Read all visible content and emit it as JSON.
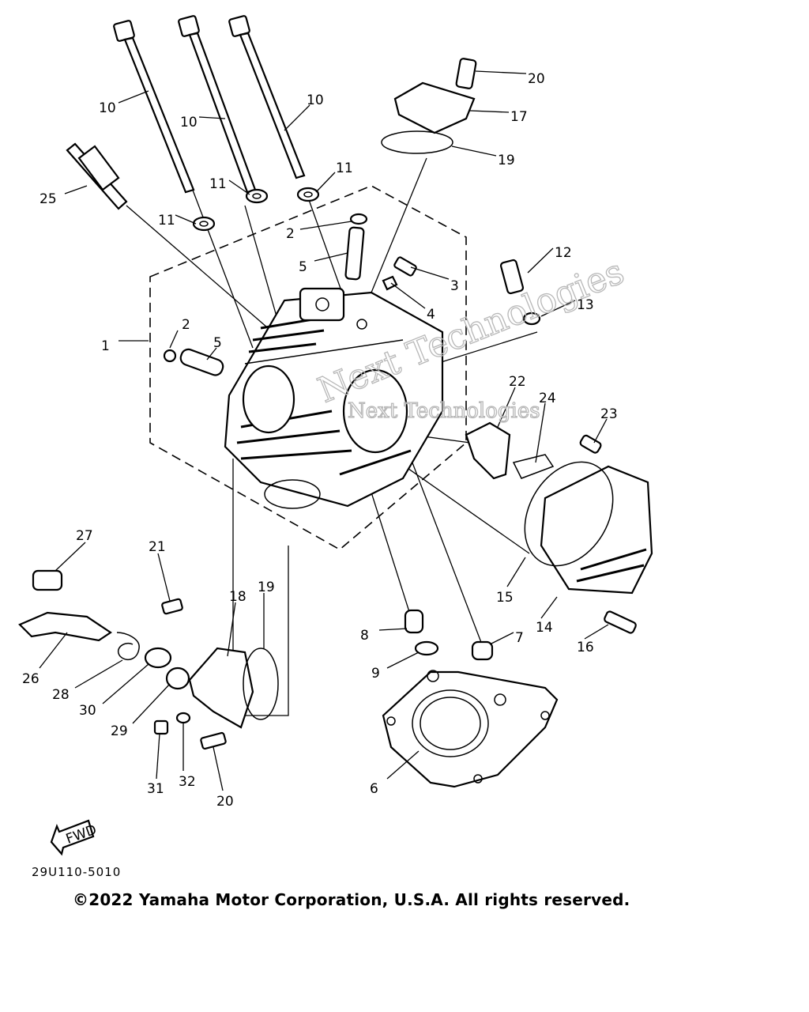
{
  "diagram": {
    "ref_code": "29U110-5010",
    "copyright": "©2022 Yamaha Motor Corporation, U.S.A. All rights reserved.",
    "watermark": "Next Technologies",
    "fwd_label": "FWD",
    "callouts": [
      {
        "id": "c1",
        "text": "1"
      },
      {
        "id": "c2a",
        "text": "2"
      },
      {
        "id": "c2b",
        "text": "2"
      },
      {
        "id": "c3",
        "text": "3"
      },
      {
        "id": "c4",
        "text": "4"
      },
      {
        "id": "c5a",
        "text": "5"
      },
      {
        "id": "c5b",
        "text": "5"
      },
      {
        "id": "c6",
        "text": "6"
      },
      {
        "id": "c7",
        "text": "7"
      },
      {
        "id": "c8",
        "text": "8"
      },
      {
        "id": "c9",
        "text": "9"
      },
      {
        "id": "c10a",
        "text": "10"
      },
      {
        "id": "c10b",
        "text": "10"
      },
      {
        "id": "c10c",
        "text": "10"
      },
      {
        "id": "c11a",
        "text": "11"
      },
      {
        "id": "c11b",
        "text": "11"
      },
      {
        "id": "c11c",
        "text": "11"
      },
      {
        "id": "c12",
        "text": "12"
      },
      {
        "id": "c13",
        "text": "13"
      },
      {
        "id": "c14",
        "text": "14"
      },
      {
        "id": "c15",
        "text": "15"
      },
      {
        "id": "c16",
        "text": "16"
      },
      {
        "id": "c17",
        "text": "17"
      },
      {
        "id": "c18",
        "text": "18"
      },
      {
        "id": "c19a",
        "text": "19"
      },
      {
        "id": "c19b",
        "text": "19"
      },
      {
        "id": "c20a",
        "text": "20"
      },
      {
        "id": "c20b",
        "text": "20"
      },
      {
        "id": "c21",
        "text": "21"
      },
      {
        "id": "c22",
        "text": "22"
      },
      {
        "id": "c23",
        "text": "23"
      },
      {
        "id": "c24",
        "text": "24"
      },
      {
        "id": "c25",
        "text": "25"
      },
      {
        "id": "c26",
        "text": "26"
      },
      {
        "id": "c27",
        "text": "27"
      },
      {
        "id": "c28",
        "text": "28"
      },
      {
        "id": "c29",
        "text": "29"
      },
      {
        "id": "c30",
        "text": "30"
      },
      {
        "id": "c31",
        "text": "31"
      },
      {
        "id": "c32",
        "text": "32"
      }
    ]
  }
}
